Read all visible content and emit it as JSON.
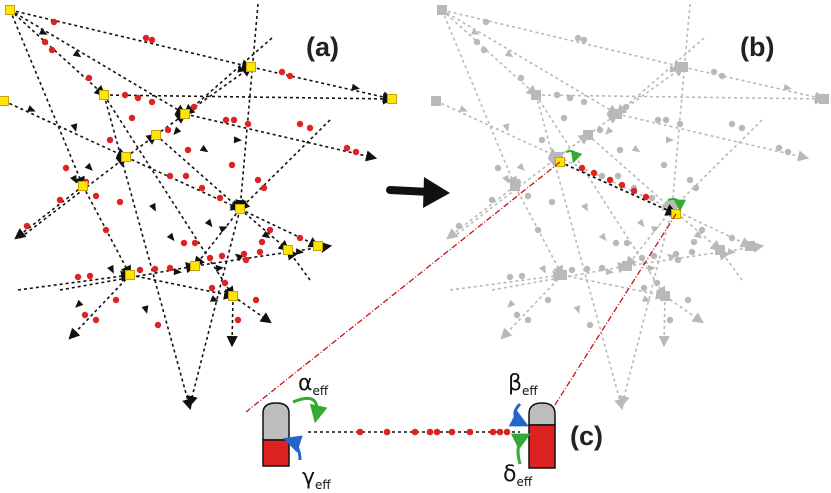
{
  "colors": {
    "edge_a": "#111111",
    "edge_b": "#b9b9b9",
    "node_fill": "#ffe600",
    "node_stroke": "#c9a400",
    "particle": "#dd2222",
    "arrow": "#111111",
    "leader": "#cc1111",
    "green_arrow": "#33aa33",
    "blue_arrow": "#2266cc",
    "reservoir_top": "#bdbdbd",
    "reservoir_bottom": "#dd2222"
  },
  "panels": {
    "a": {
      "label": "(a)"
    },
    "b": {
      "label": "(b)"
    },
    "c": {
      "label": "(c)"
    }
  },
  "rates": {
    "alpha": {
      "symbol": "α",
      "sub": "eff"
    },
    "gamma": {
      "symbol": "γ",
      "sub": "eff"
    },
    "beta": {
      "symbol": "β",
      "sub": "eff"
    },
    "delta": {
      "symbol": "δ",
      "sub": "eff"
    }
  },
  "icons": {
    "transition_arrow": "bold-right-arrow-icon",
    "entry_arrow": "curved-green-arrow-icon",
    "exit_arrow": "curved-blue-arrow-icon"
  }
}
